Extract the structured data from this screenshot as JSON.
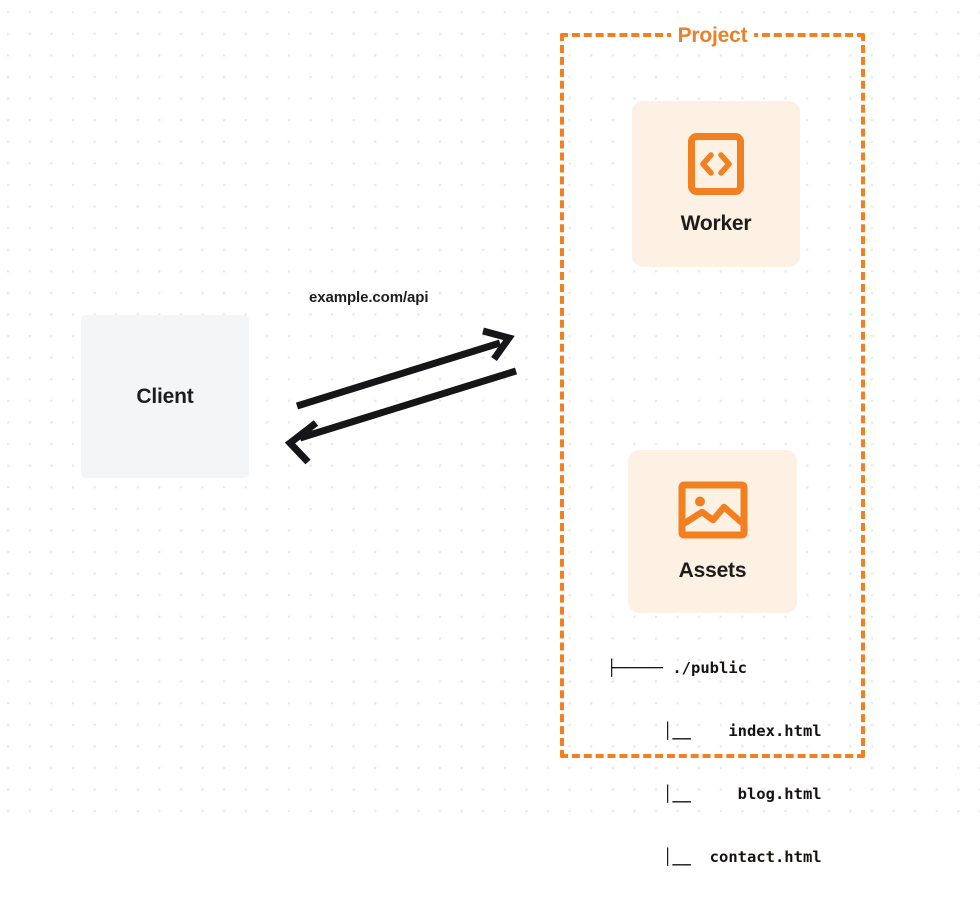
{
  "diagram": {
    "title": "Client to Project (Worker + Assets) request flow",
    "background": {
      "color": "#ffffff",
      "dot_color": "#ebebeb"
    },
    "palette": {
      "accent_orange": "#f38020",
      "title_orange": "#e8812a",
      "card_bg": "#fdf1e4",
      "client_bg": "#f4f5f7",
      "text_dark": "#1d1d1d",
      "arrow_color": "#16161a"
    }
  },
  "client": {
    "label": "Client"
  },
  "edge": {
    "label": "example.com/api",
    "request_arrow": "arrow-right-up",
    "response_arrow": "arrow-left-down"
  },
  "project": {
    "title": "Project",
    "cards": [
      {
        "label": "Worker",
        "icon": "code-brackets-icon"
      },
      {
        "label": "Assets",
        "icon": "image-icon"
      }
    ],
    "file_tree": [
      "├───── ./public",
      "      │__    index.html",
      "      │__     blog.html",
      "      │__  contact.html"
    ]
  }
}
